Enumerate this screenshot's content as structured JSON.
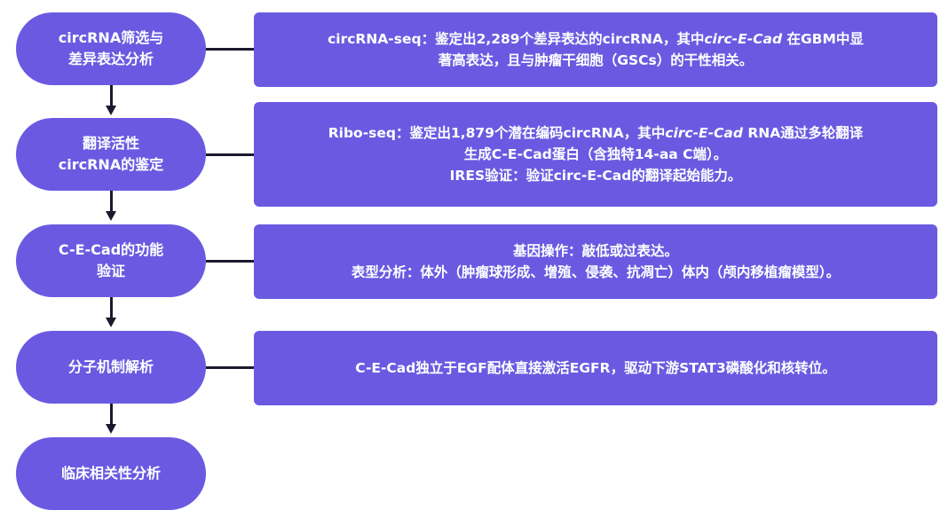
{
  "steps": [
    {
      "label_lines": [
        "circRNA筛选与",
        "差异表达分析"
      ],
      "detail_lines": [
        [
          "circRNA-seq：鉴定出2,289个差异表达的circRNA，其中",
          "circ-E-Cad",
          " 在GBM中显"
        ],
        [
          "著高表达，且与肿瘤干细胞（GSCs）的干性相关。"
        ]
      ]
    },
    {
      "label_lines": [
        "翻译活性",
        "circRNA的鉴定"
      ],
      "detail_lines": [
        [
          "Ribo-seq：鉴定出1,879个潜在编码circRNA，其中",
          "circ-E-Cad",
          " RNA通过多轮翻译"
        ],
        [
          "生成C-E-Cad蛋白（含独特14-aa C端）。"
        ],
        [
          "IRES验证：验证circ-E-Cad的翻译起始能力。"
        ]
      ]
    },
    {
      "label_lines": [
        "C-E-Cad的功能",
        "验证"
      ],
      "detail_lines": [
        [
          "基因操作：敲低或过表达。"
        ],
        [
          "表型分析：体外（肿瘤球形成、增殖、侵袭、抗凋亡）体内（颅内移植瘤模型）。"
        ]
      ]
    },
    {
      "label_lines": [
        "分子机制解析"
      ],
      "detail_lines": [
        [
          "C-E-Cad独立于EGF配体直接激活EGFR，驱动下游STAT3磷酸化和核转位。"
        ]
      ]
    },
    {
      "label_lines": [
        "临床相关性分析"
      ],
      "detail_lines": []
    }
  ],
  "colors": {
    "node_fill": "#6b5ae1",
    "text": "#ffffff",
    "connector": "#1a1a2e"
  }
}
